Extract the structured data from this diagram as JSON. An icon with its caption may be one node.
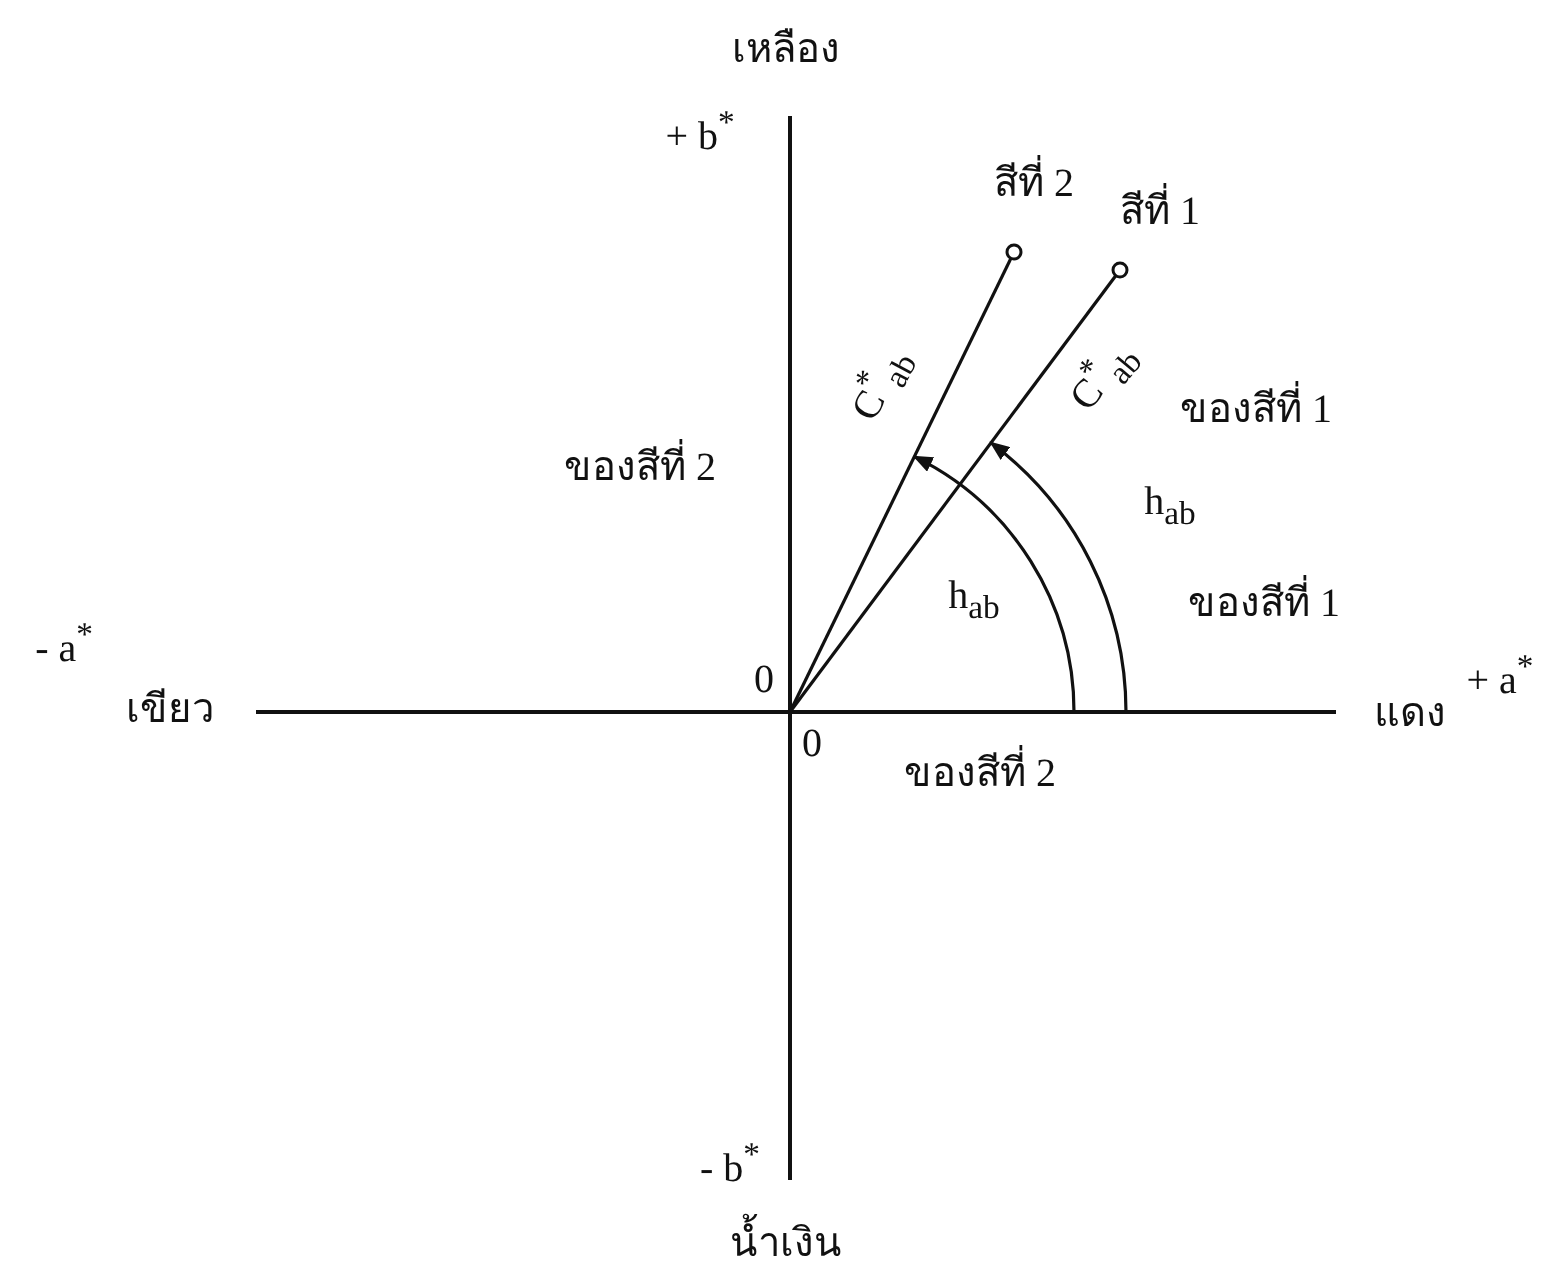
{
  "diagram": {
    "labels": [
      "เหลือง",
      "+ b$^{*}$",
      "สีที่ 2",
      "สีที่ 1",
      "C$^{*}$$_{ab}$",
      "C$^{*}$$_{ab}$",
      "ของสีที่ 1",
      "ของสีที่ 2",
      "h$_{ab}$",
      "h$_{ab}$",
      "ของสีที่ 1",
      "- a$^{*}$",
      "เขียว",
      "0",
      "แดง",
      "+ a$^{*}$",
      "0",
      "ของสีที่ 2",
      "- b$^{*}$",
      "น้ำเงิน"
    ]
  }
}
